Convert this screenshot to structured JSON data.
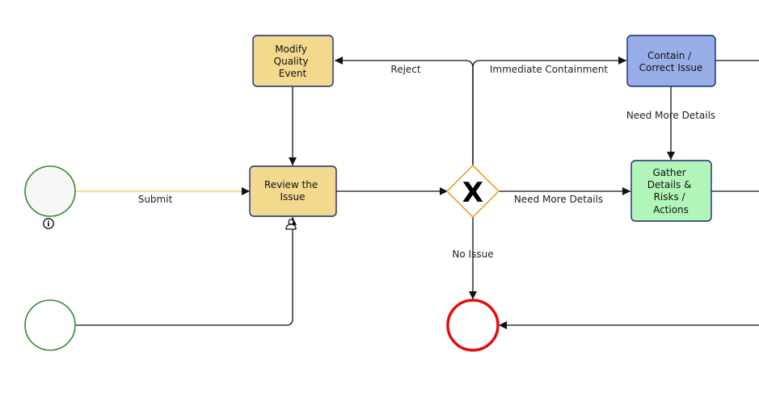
{
  "colors": {
    "modify_fill": "#f2d98e",
    "review_fill": "#f2d98e",
    "contain_fill": "#98aee8",
    "gather_fill": "#b2f5b8",
    "task_stroke": "#1b2a6b",
    "start_stroke": "#2e8b2e",
    "end_stroke": "#e01010",
    "gateway_stroke": "#f0a030",
    "flow_line": "#111111",
    "submit_line": "#f4e0a0"
  },
  "tasks": {
    "modify": {
      "lines": [
        "Modify",
        "Quality",
        "Event"
      ]
    },
    "review": {
      "lines": [
        "Review the",
        "Issue"
      ]
    },
    "contain": {
      "lines": [
        "Contain /",
        "Correct Issue"
      ]
    },
    "gather": {
      "lines": [
        "Gather",
        "Details &",
        "Risks /",
        "Actions"
      ]
    }
  },
  "gateway": {
    "symbol": "X"
  },
  "flows": {
    "submit": "Submit",
    "reject": "Reject",
    "immediate_containment": "Immediate Containment",
    "need_more_details_right": "Need More Details",
    "need_more_details_down": "Need More Details",
    "no_issue": "No Issue"
  },
  "icons": {
    "start_info": "info-icon",
    "review_user": "user-icon"
  }
}
